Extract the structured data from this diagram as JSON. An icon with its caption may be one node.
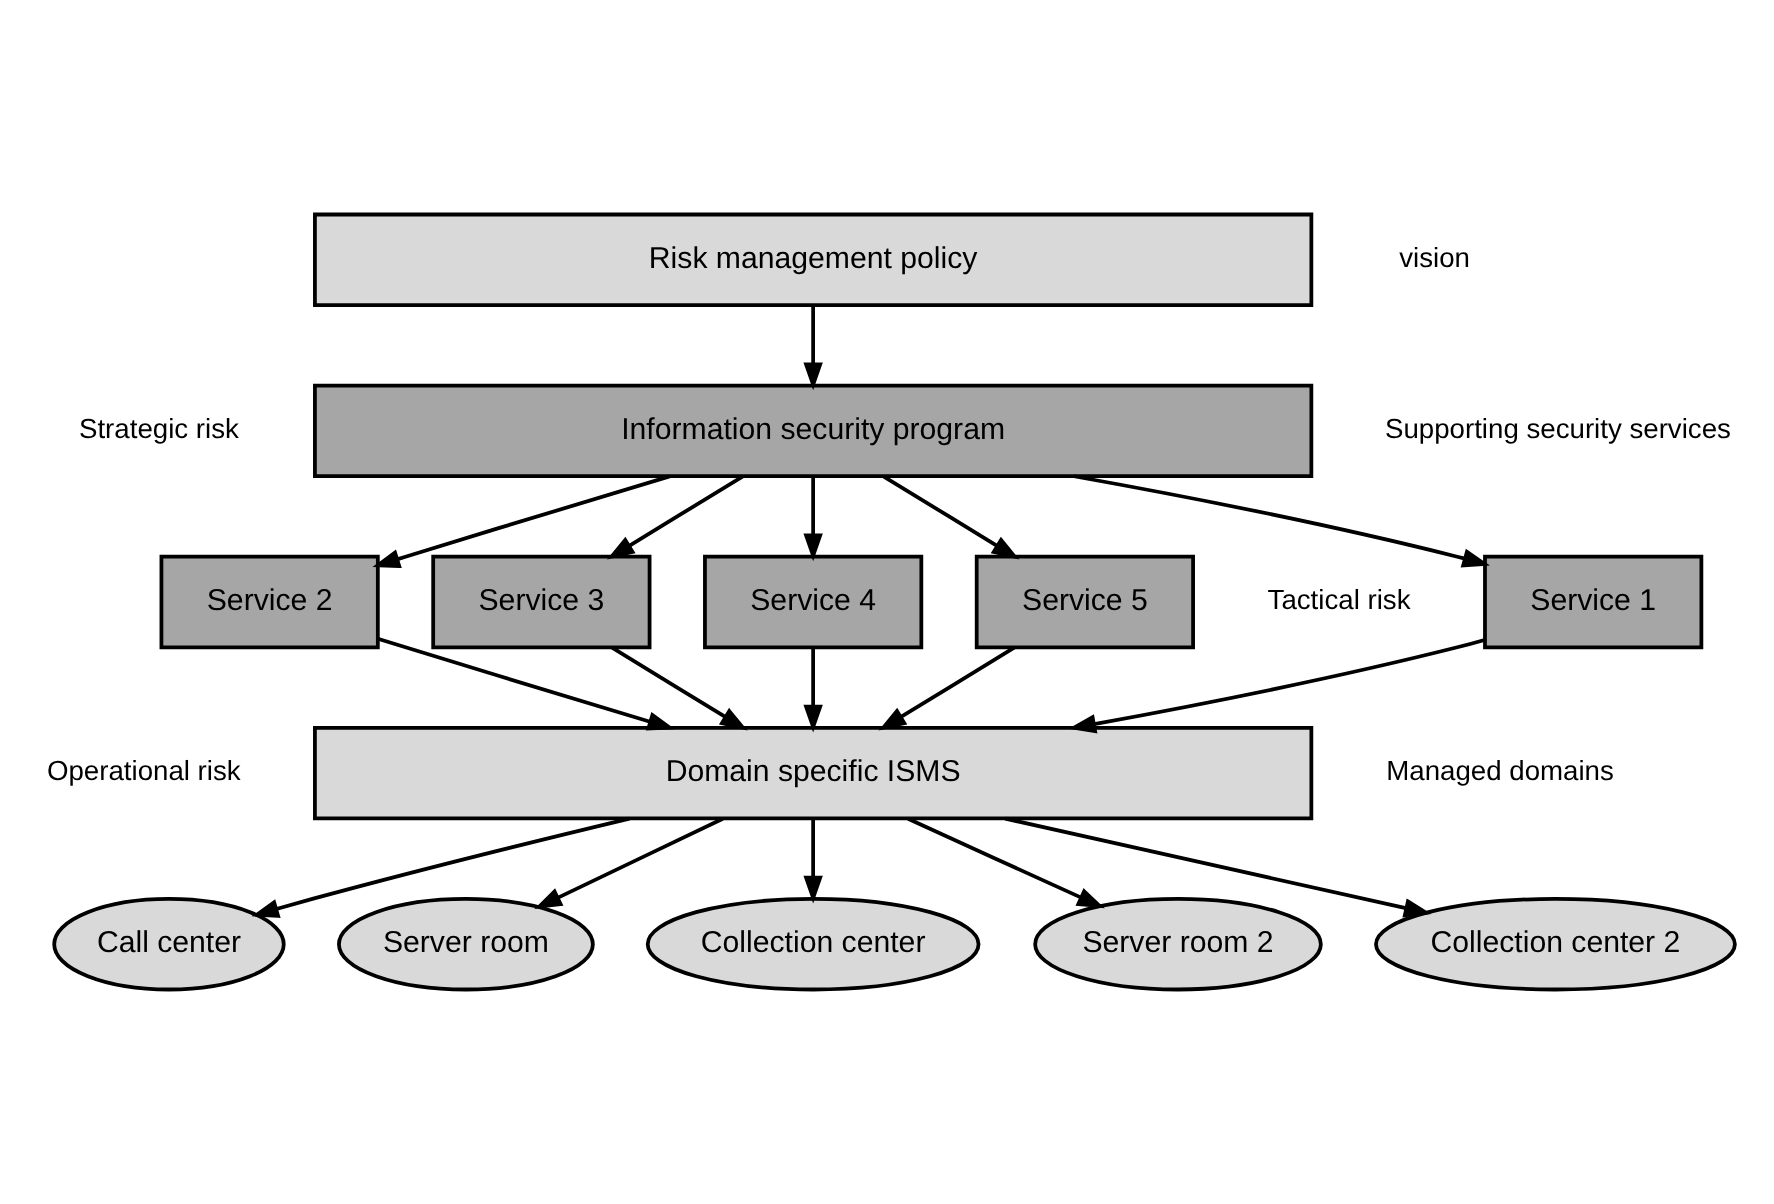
{
  "diagram": {
    "nodes": [
      {
        "text": [
          "Risk management policy"
        ]
      },
      {
        "text": [
          "Information security program"
        ]
      },
      {
        "text": [
          "Service 1"
        ]
      },
      {
        "text": [
          "Service 2"
        ]
      },
      {
        "text": [
          "Service 3"
        ]
      },
      {
        "text": [
          "Service 4"
        ]
      },
      {
        "text": [
          "Service 5"
        ]
      },
      {
        "text": [
          "Domain specific ISMS"
        ]
      },
      {
        "text": [
          "Call center"
        ]
      },
      {
        "text": [
          "Server room"
        ]
      },
      {
        "text": [
          "Collection center"
        ]
      },
      {
        "text": [
          "Server room 2"
        ]
      },
      {
        "text": [
          "Collection center 2"
        ]
      }
    ],
    "edges": [
      {
        "from": 0,
        "to": 1,
        "arrow": "to"
      },
      {
        "from": 1,
        "to": 2,
        "arrow": "to"
      },
      {
        "from": 1,
        "to": 3,
        "arrow": "to"
      },
      {
        "from": 1,
        "to": 4,
        "arrow": "to"
      },
      {
        "from": 1,
        "to": 5,
        "arrow": "to"
      },
      {
        "from": 1,
        "to": 6,
        "arrow": "to"
      },
      {
        "from": 2,
        "to": 7,
        "arrow": "to"
      },
      {
        "from": 3,
        "to": 7,
        "arrow": "to"
      },
      {
        "from": 4,
        "to": 7,
        "arrow": "to"
      },
      {
        "from": 5,
        "to": 7,
        "arrow": "to"
      },
      {
        "from": 6,
        "to": 7,
        "arrow": "to"
      },
      {
        "from": 7,
        "to": 8,
        "arrow": "to"
      },
      {
        "from": 7,
        "to": 9,
        "arrow": "to"
      },
      {
        "from": 7,
        "to": 10,
        "arrow": "to"
      },
      {
        "from": 7,
        "to": 11,
        "arrow": "to"
      },
      {
        "from": 7,
        "to": 12,
        "arrow": "to"
      }
    ],
    "labels": [
      "vision",
      "Strategic risk",
      "Supporting security services",
      "Tactical risk",
      "Operational risk",
      "Managed domains"
    ]
  }
}
